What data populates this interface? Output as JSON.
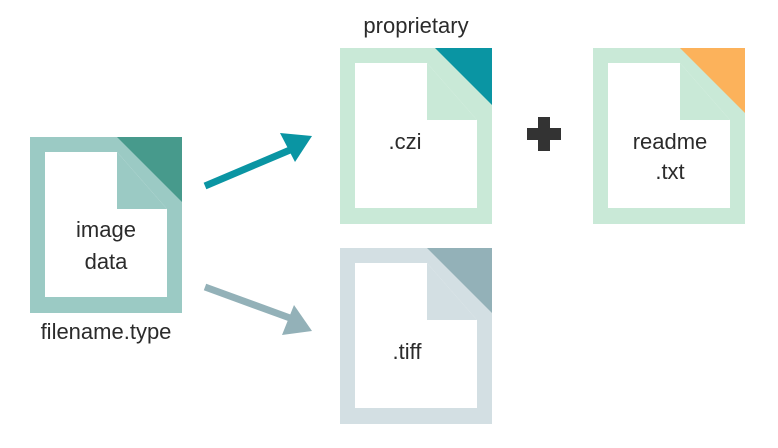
{
  "colors": {
    "source_frame": "#9bcac4",
    "source_corner": "#479a8c",
    "czi_frame": "#c9e9d7",
    "czi_corner": "#0a95a3",
    "readme_frame": "#c9e9d7",
    "readme_corner": "#fcb25b",
    "tiff_frame": "#d3dfe3",
    "tiff_corner": "#93b1b8",
    "arrow_to_czi": "#0a95a3",
    "arrow_to_tiff": "#93b1b8",
    "plus": "#333333",
    "text": "#2b2b2b"
  },
  "labels": {
    "source_line1": "image",
    "source_line2": "data",
    "source_caption": "filename.type",
    "czi_caption": "proprietary",
    "czi_ext": ".czi",
    "readme_line1": "readme",
    "readme_line2": ".txt",
    "tiff_ext": ".tiff"
  },
  "icons": {
    "plus": "plus-icon",
    "arrow_upper": "arrow-right-up-icon",
    "arrow_lower": "arrow-right-down-icon",
    "file": "document-icon"
  }
}
